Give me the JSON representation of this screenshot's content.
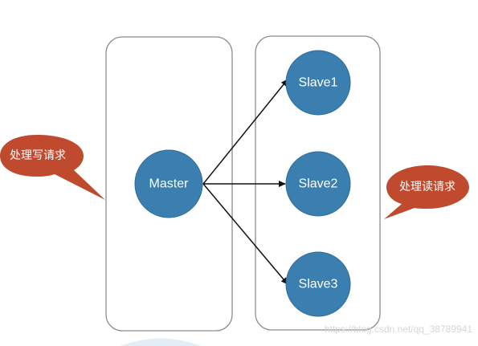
{
  "diagram": {
    "master": {
      "label": "Master"
    },
    "slaves": [
      {
        "label": "Slave1"
      },
      {
        "label": "Slave2"
      },
      {
        "label": "Slave3"
      }
    ],
    "write_callout": "处理写请求",
    "read_callout": "处理读请求",
    "watermark": "https://blog.csdn.net/qq_38789941"
  },
  "colors": {
    "node": "#3a7fb0",
    "callout": "#bf4a2e",
    "box_border": "#8c8c8c",
    "arrow": "#111111"
  }
}
